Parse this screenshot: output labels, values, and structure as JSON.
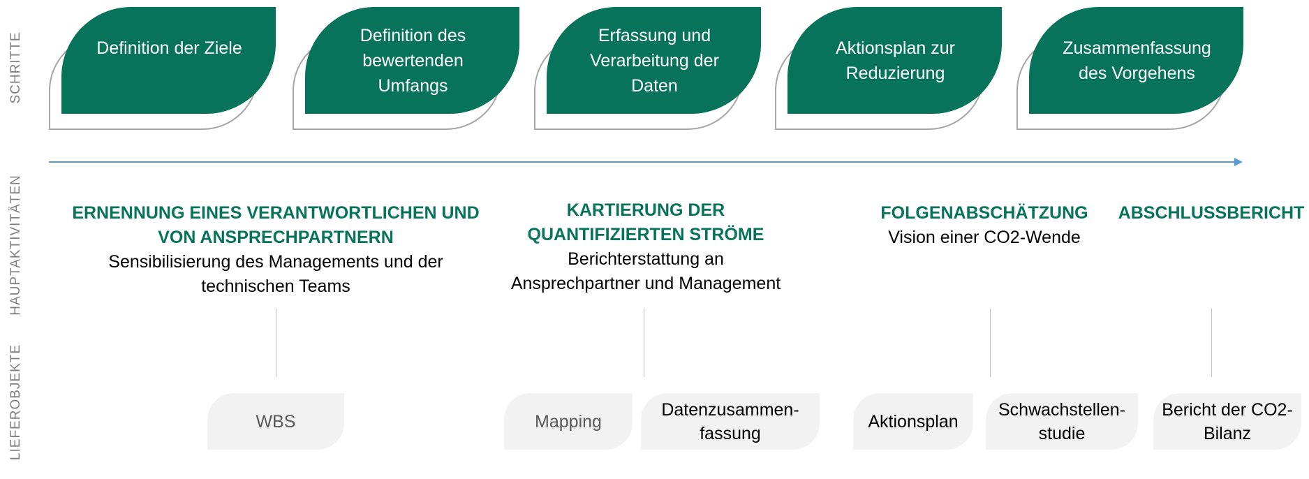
{
  "side_labels": {
    "steps": "SCHRITTE",
    "main_activities": "HAUPTAKTIVITÄTEN",
    "deliverables": "LIEFEROBJEKTE"
  },
  "steps": [
    {
      "line1": "Definition der Ziele",
      "line2": "",
      "line3": ""
    },
    {
      "line1": "Definition des",
      "line2": "bewertenden",
      "line3": "Umfangs"
    },
    {
      "line1": "Erfassung und",
      "line2": "Verarbeitung der",
      "line3": "Daten"
    },
    {
      "line1": "Aktionsplan zur",
      "line2": "Reduzierung",
      "line3": ""
    },
    {
      "line1": "Zusammenfassung",
      "line2": "des Vorgehens",
      "line3": ""
    }
  ],
  "activities": [
    {
      "title1": "ERNENNUNG EINES VERANTWORTLICHEN UND",
      "title2": "VON ANSPRECHPARTNERN",
      "desc1": "Sensibilisierung des Managements und der",
      "desc2": "technischen Teams"
    },
    {
      "title1": "KARTIERUNG DER",
      "title2": "QUANTIFIZIERTEN STRÖME",
      "desc1": "Berichterstattung an",
      "desc2": "Ansprechpartner und Management"
    },
    {
      "title1": "FOLGENABSCHÄTZUNG",
      "title2": "",
      "desc1": "Vision einer CO2-Wende",
      "desc2": ""
    },
    {
      "title1": "ABSCHLUSSBERICHT",
      "title2": "",
      "desc1": "",
      "desc2": ""
    }
  ],
  "deliverables": [
    {
      "line1": "WBS",
      "line2": "",
      "text_color": "#595959"
    },
    {
      "line1": "Mapping",
      "line2": "",
      "text_color": "#595959"
    },
    {
      "line1": "Datenzusammen-",
      "line2": "fassung",
      "text_color": "#000000"
    },
    {
      "line1": "Aktionsplan",
      "line2": "",
      "text_color": "#000000"
    },
    {
      "line1": "Schwachstellen-",
      "line2": "studie",
      "text_color": "#000000"
    },
    {
      "line1": "Bericht der CO2-",
      "line2": "Bilanz",
      "text_color": "#000000"
    }
  ],
  "colors": {
    "accent_green": "#07735a",
    "timeline_blue": "#5b9bd5",
    "outline_gray": "#a6a6a6",
    "deliverable_bg": "#f2f2f2"
  }
}
